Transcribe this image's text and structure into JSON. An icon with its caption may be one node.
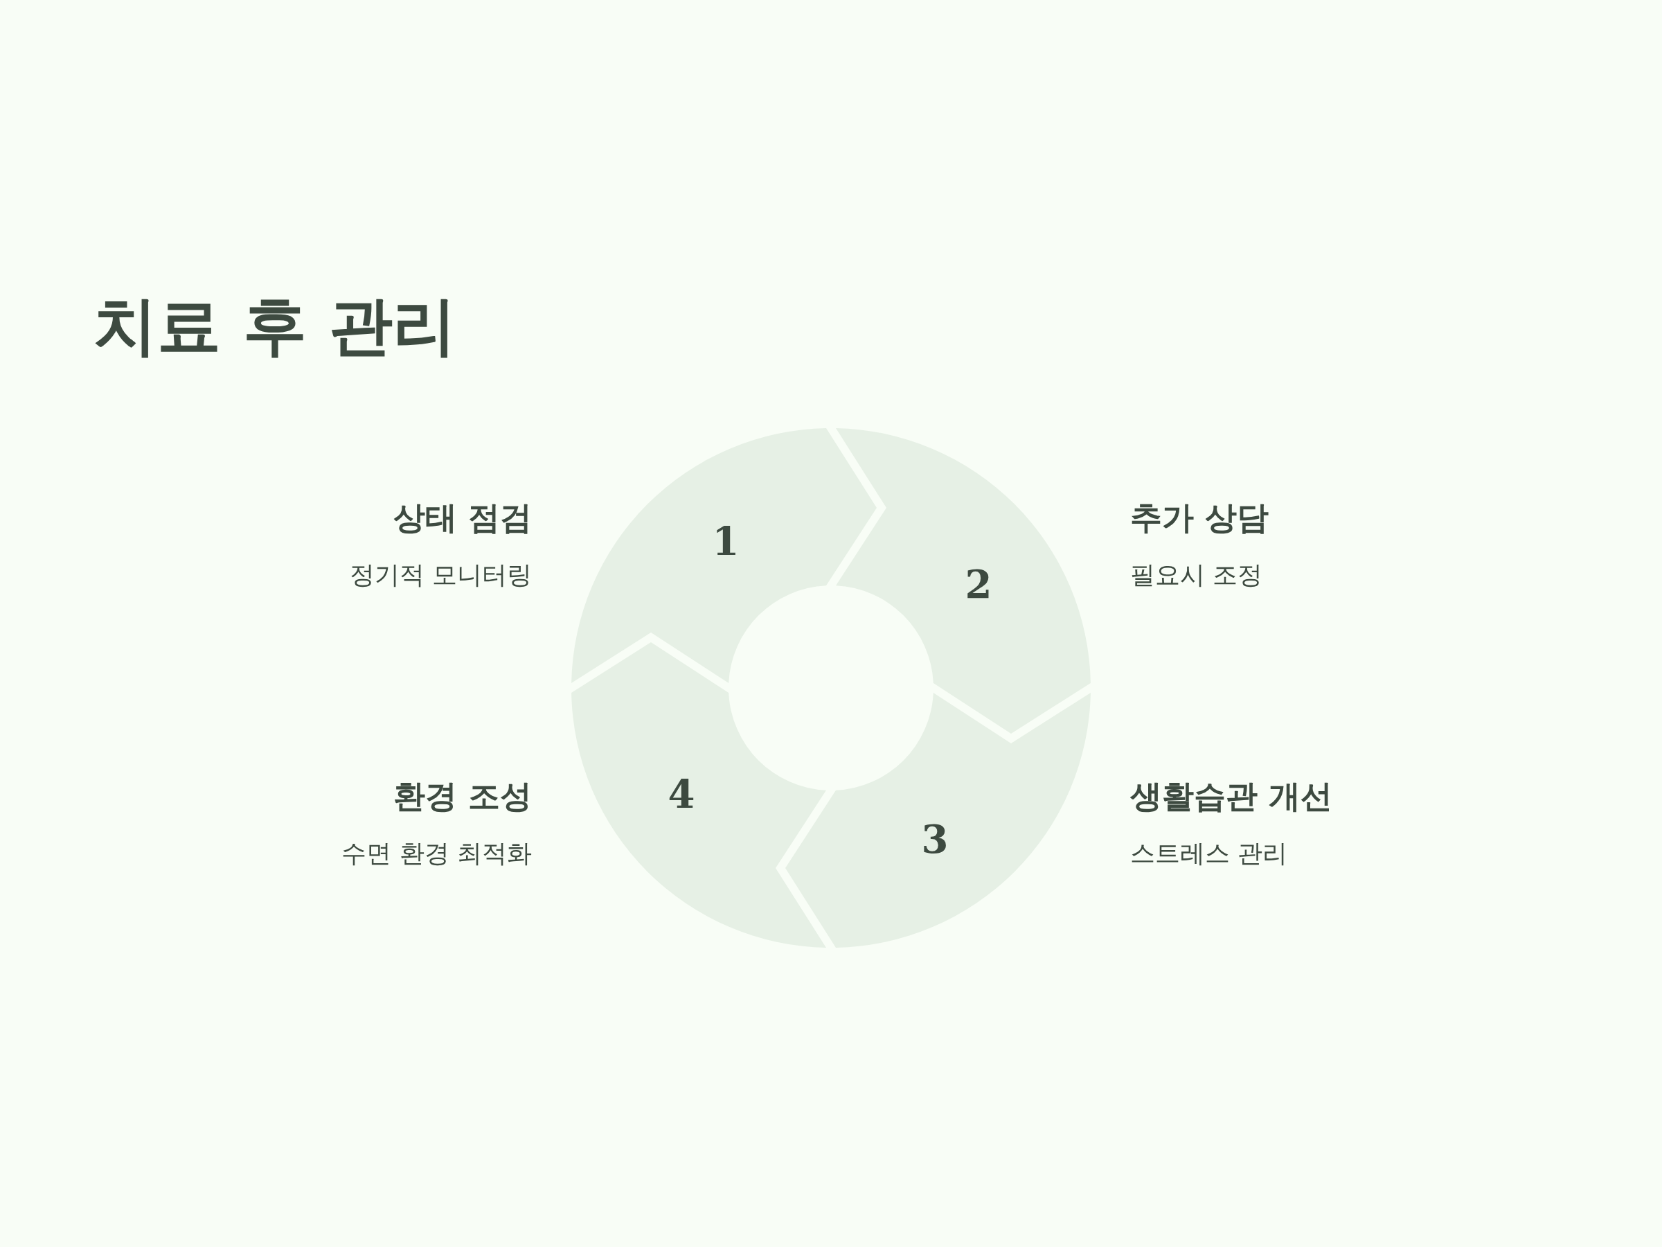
{
  "diagram": {
    "title": "치료 후 관리",
    "nodes": [
      {
        "text": [
          "1"
        ],
        "beside": [
          "상태 점검",
          "정기적 모니터링"
        ]
      },
      {
        "text": [
          "2"
        ],
        "beside": [
          "추가 상담",
          "필요시 조정"
        ]
      },
      {
        "text": [
          "3"
        ],
        "beside": [
          "생활습관 개선",
          "스트레스 관리"
        ]
      },
      {
        "text": [
          "4"
        ],
        "beside": [
          "환경 조성",
          "수면 환경 최적화"
        ]
      }
    ]
  }
}
